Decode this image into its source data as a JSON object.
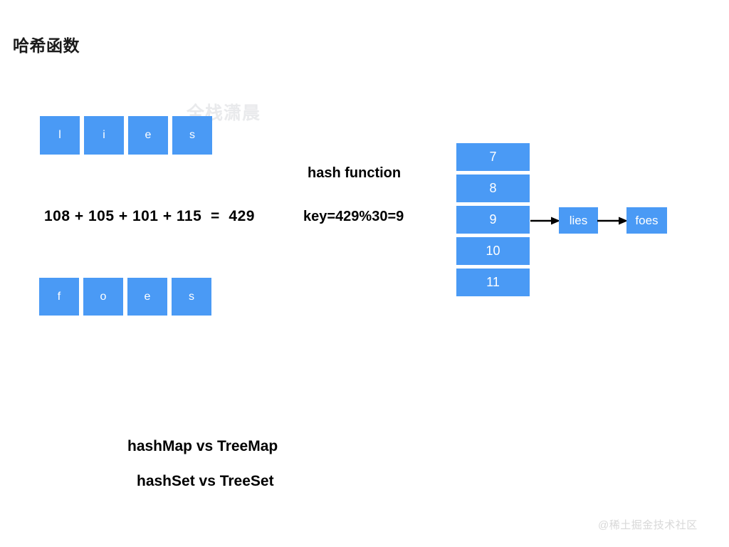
{
  "title": "哈希函数",
  "colors": {
    "box_blue": "#4a9af5",
    "box_text": "#ffffff",
    "text_black": "#000000",
    "watermark_light": "#e9eaec",
    "watermark_corner": "#d8d8d8",
    "background": "#ffffff"
  },
  "watermarks": {
    "center": "全栈潇晨",
    "corner": "@稀土掘金技术社区"
  },
  "word_rows": [
    {
      "id": "lies",
      "letters": [
        "l",
        "i",
        "e",
        "s"
      ]
    },
    {
      "id": "foes",
      "letters": [
        "f",
        "o",
        "e",
        "s"
      ]
    }
  ],
  "equations": {
    "sum": "108 + 105 + 101 + 115  =  429",
    "hash_function_label": "hash function",
    "key": "key=429%30=9"
  },
  "buckets": [
    "7",
    "8",
    "9",
    "10",
    "11"
  ],
  "chain": {
    "nodes": [
      "lies",
      "foes"
    ],
    "arrows": [
      "arrow-right-icon",
      "arrow-right-icon"
    ]
  },
  "comparisons": [
    "hashMap vs TreeMap",
    "hashSet vs TreeSet"
  ]
}
